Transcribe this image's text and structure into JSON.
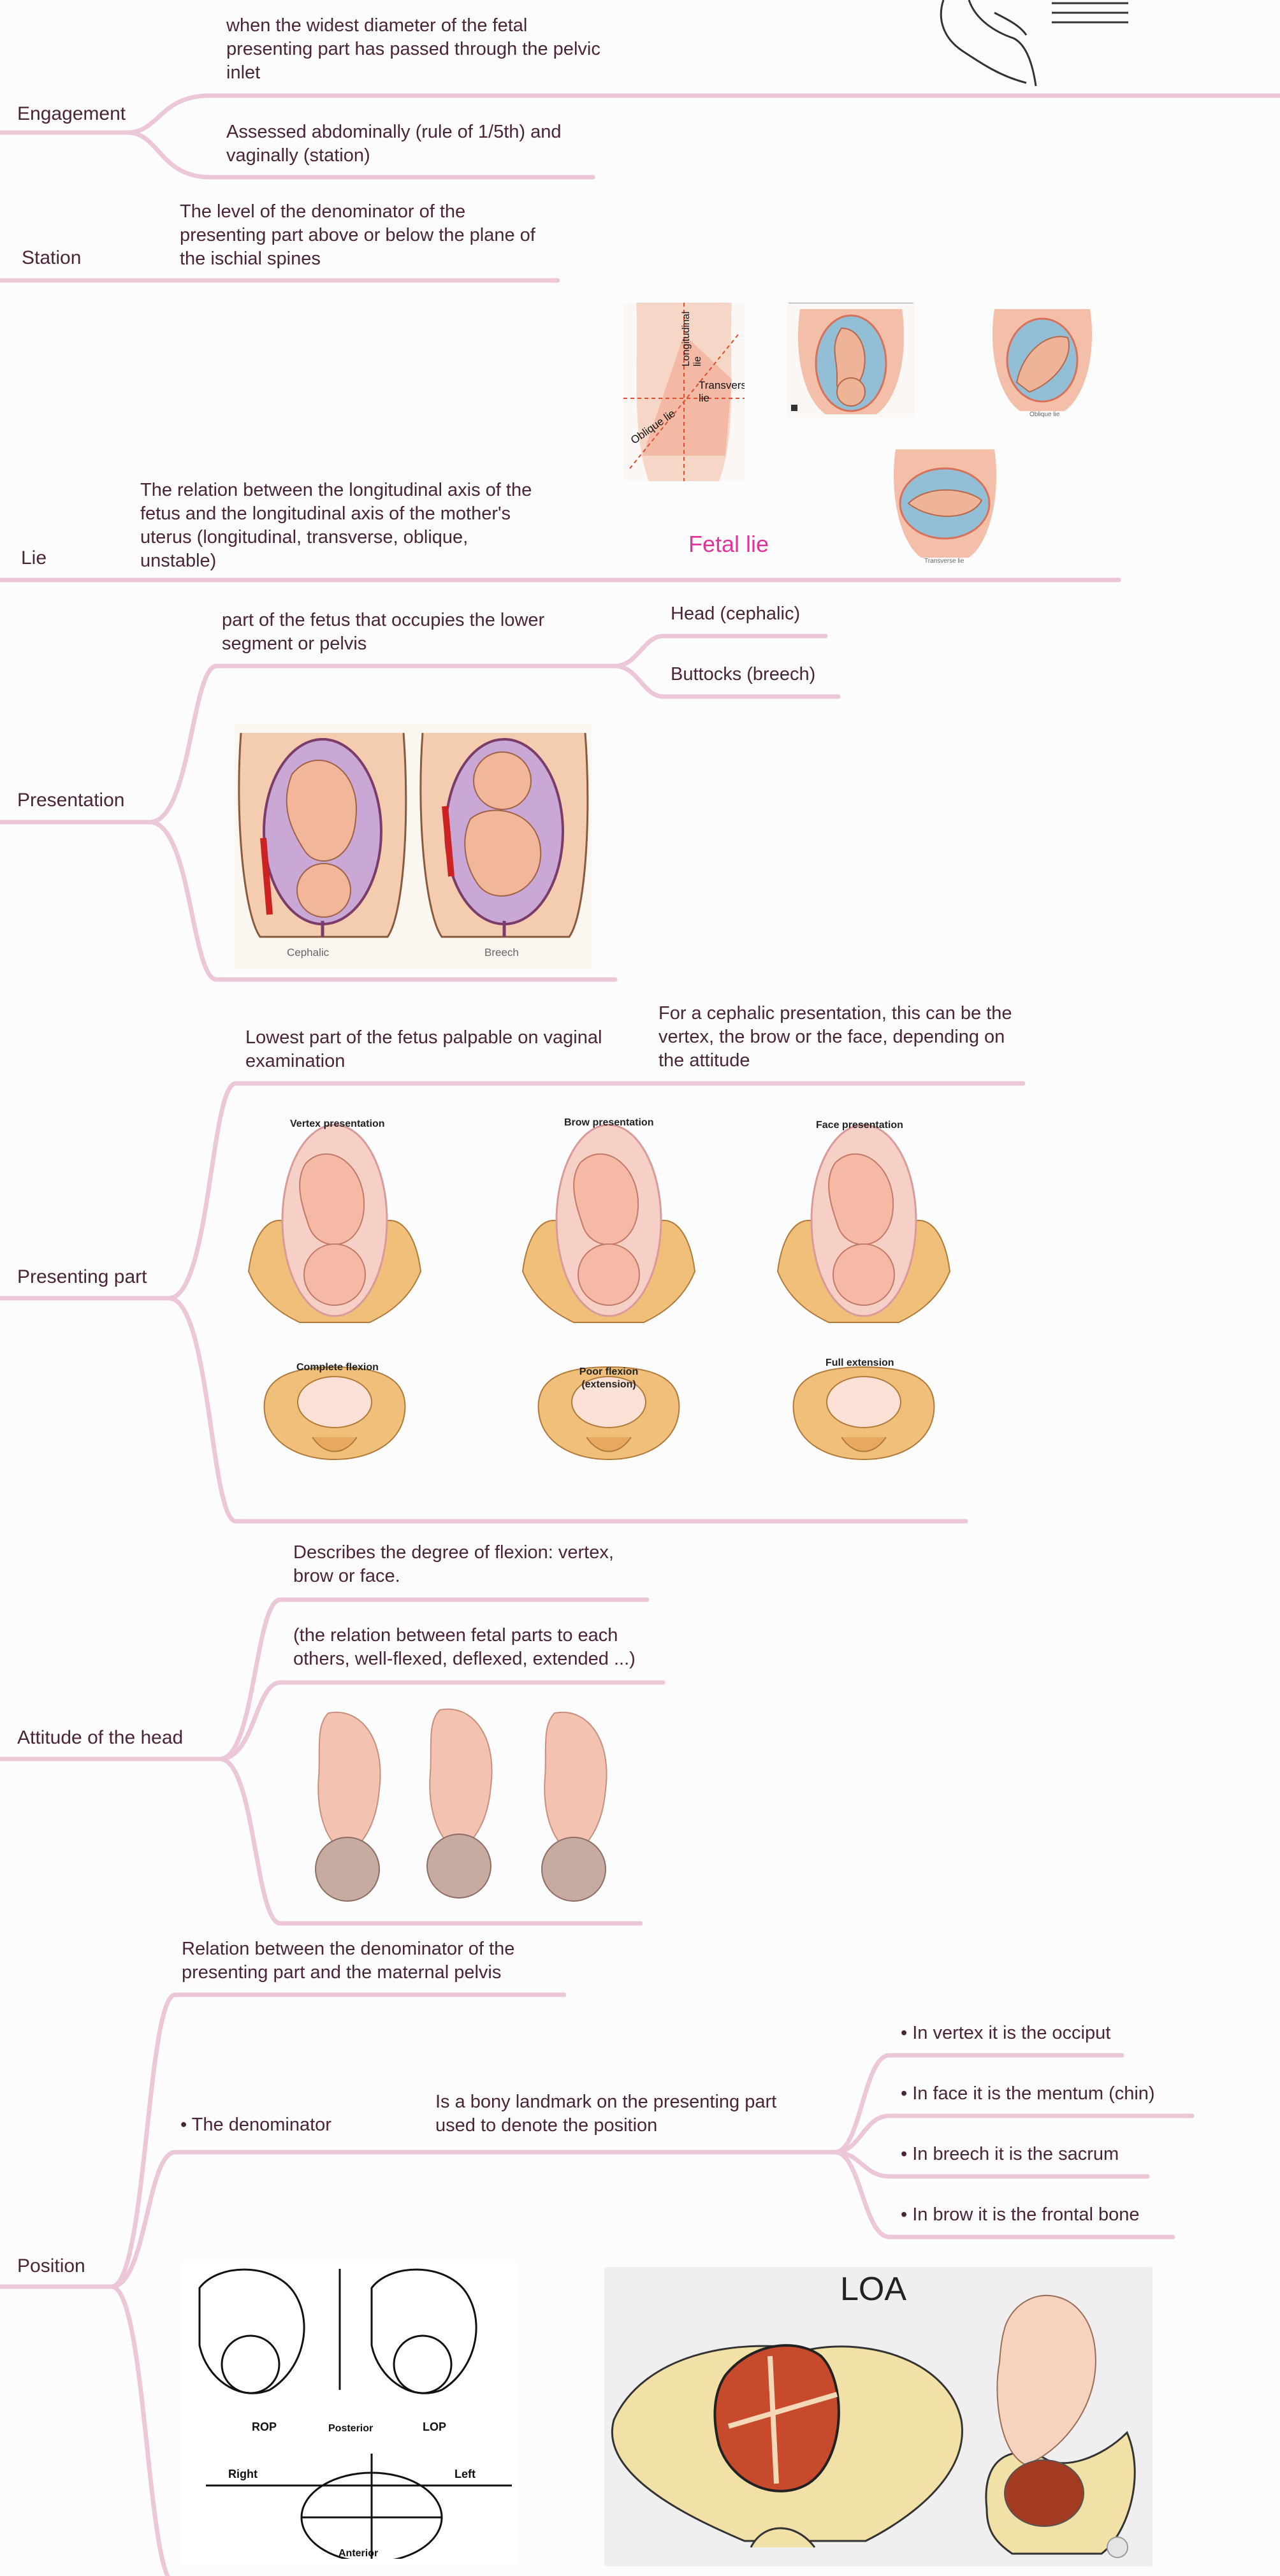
{
  "palette": {
    "branch": "#ecc6d9",
    "text": "#4a2438",
    "accent": "#e0349a",
    "skin": "#f0b39b",
    "fluid": "#93bfd6"
  },
  "topics": {
    "engagement": "Engagement",
    "station": "Station",
    "lie": "Lie",
    "presentation": "Presentation",
    "presenting_part": "Presenting part",
    "attitude": "Attitude of the head",
    "position": "Position"
  },
  "engagement": {
    "definition": "when the widest diameter of the fetal presenting part has passed through the pelvic inlet",
    "assessment": "Assessed abdominally (rule of 1/5th) and vaginally (station)"
  },
  "station": {
    "definition": "The level of the denominator of the presenting part above or below the plane of the ischial spines"
  },
  "lie": {
    "definition": "The relation between the longitudinal axis of the fetus and the longitudinal axis of the mother's uterus (longitudinal, transverse, oblique, unstable)",
    "figure_title": "Fetal lie",
    "figure_labels": {
      "longitudinal": "Longitudinal lie",
      "transverse": "Transverse lie",
      "oblique": "Oblique lie",
      "small_oblique": "Oblique lie",
      "small_transverse": "Transverse lie"
    }
  },
  "presentation": {
    "definition": "part of the fetus that occupies the lower segment or pelvis",
    "options": [
      "Head (cephalic)",
      "Buttocks (breech)"
    ],
    "figure_captions": [
      "Cephalic",
      "Breech"
    ]
  },
  "presenting_part": {
    "definition": "Lowest part of the fetus palpable on vaginal examination",
    "cephalic_note": "For a cephalic presentation, this can be the vertex, the brow  or the face, depending on the attitude",
    "figure": {
      "titles": [
        "Vertex presentation",
        "Brow presentation",
        "Face presentation"
      ],
      "subtitles": [
        "Complete flexion",
        "Poor flexion (extension)",
        "Full extension"
      ]
    }
  },
  "attitude": {
    "definition": "Describes the degree of flexion: vertex, brow or face.",
    "note": "(the relation between fetal parts to each others, well-flexed, deflexed, extended ...)"
  },
  "position": {
    "definition": "Relation between the denominator of the presenting part and the maternal pelvis",
    "denominator_label": "• The denominator",
    "denominator_definition": "Is a bony landmark on the presenting part used to denote  the position",
    "landmarks": [
      "• In vertex it is the occiput",
      "• In face it is the mentum (chin)",
      "• In breech it is the sacrum",
      "• In brow it is the frontal bone"
    ],
    "pelvis_figure": {
      "rop": "ROP",
      "lop": "LOP",
      "posterior": "Posterior",
      "anterior": "Anterior",
      "right": "Right",
      "left": "Left"
    },
    "loa_label": "LOA"
  }
}
